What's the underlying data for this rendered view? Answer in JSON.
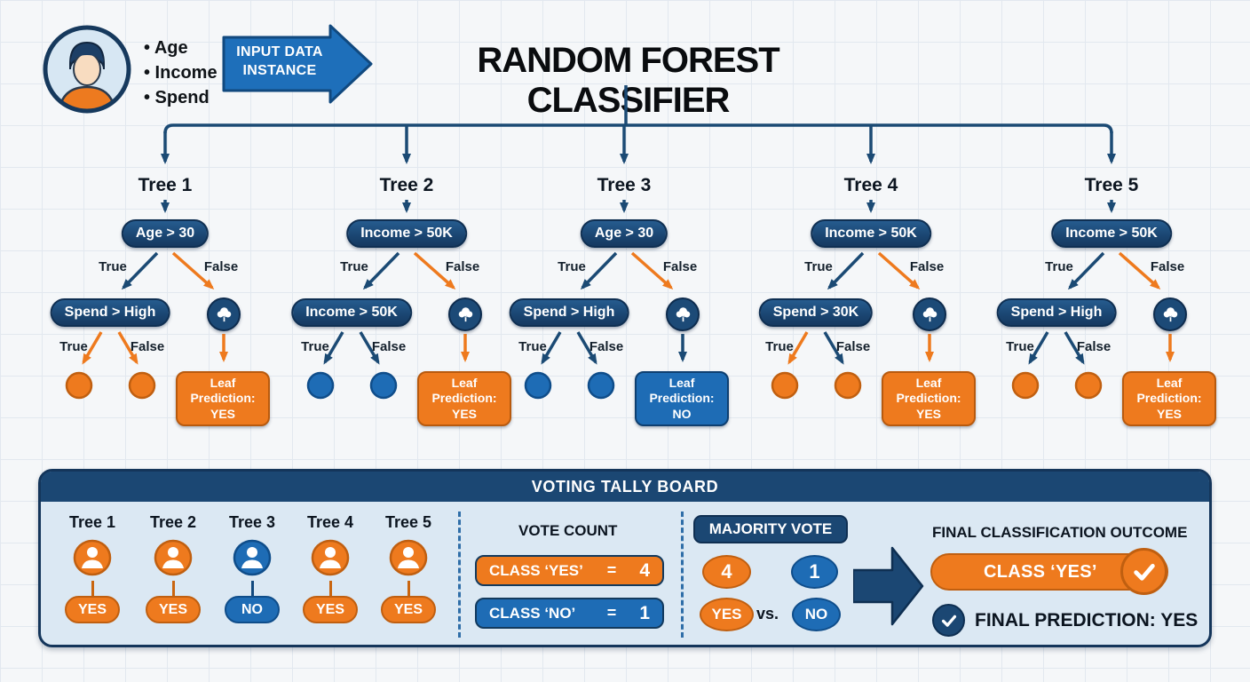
{
  "title": "RANDOM FOREST CLASSIFIER",
  "input": {
    "features": [
      "• Age",
      "• Income",
      "• Spend"
    ],
    "arrow_line1": "INPUT DATA",
    "arrow_line2": "INSTANCE"
  },
  "trees": [
    {
      "name": "Tree 1",
      "root": "Age > 30",
      "child": "Spend > High",
      "true_label": "True",
      "false_label": "False",
      "branches": {
        "root_true": "blue",
        "root_false": "orange",
        "child_true": "orange",
        "child_false": "orange",
        "leaf": "orange"
      },
      "dots": "orange",
      "leaf": {
        "tone": "orange",
        "line1": "Leaf",
        "line2": "Prediction:",
        "value": "YES"
      }
    },
    {
      "name": "Tree 2",
      "root": "Income > 50K",
      "child": "Income > 50K",
      "true_label": "True",
      "false_label": "False",
      "branches": {
        "root_true": "blue",
        "root_false": "orange",
        "child_true": "blue",
        "child_false": "blue",
        "leaf": "orange"
      },
      "dots": "blue",
      "leaf": {
        "tone": "orange",
        "line1": "Leaf",
        "line2": "Prediction:",
        "value": "YES"
      }
    },
    {
      "name": "Tree 3",
      "root": "Age > 30",
      "child": "Spend > High",
      "true_label": "True",
      "false_label": "False",
      "branches": {
        "root_true": "blue",
        "root_false": "orange",
        "child_true": "blue",
        "child_false": "blue",
        "leaf": "blue"
      },
      "dots": "blue",
      "leaf": {
        "tone": "blue",
        "line1": "Leaf",
        "line2": "Prediction:",
        "value": "NO"
      }
    },
    {
      "name": "Tree 4",
      "root": "Income > 50K",
      "child": "Spend > 30K",
      "true_label": "True",
      "false_label": "False",
      "branches": {
        "root_true": "blue",
        "root_false": "orange",
        "child_true": "orange",
        "child_false": "blue",
        "leaf": "orange"
      },
      "dots": "orange",
      "leaf": {
        "tone": "orange",
        "line1": "Leaf",
        "line2": "Prediction:",
        "value": "YES"
      }
    },
    {
      "name": "Tree 5",
      "root": "Income > 50K",
      "child": "Spend > High",
      "true_label": "True",
      "false_label": "False",
      "branches": {
        "root_true": "blue",
        "root_false": "orange",
        "child_true": "blue",
        "child_false": "blue",
        "leaf": "orange"
      },
      "dots": "orange",
      "leaf": {
        "tone": "orange",
        "line1": "Leaf",
        "line2": "Prediction:",
        "value": "YES"
      }
    }
  ],
  "tally": {
    "header": "VOTING TALLY BOARD",
    "votes": [
      {
        "tree": "Tree 1",
        "vote": "YES",
        "tone": "orange"
      },
      {
        "tree": "Tree 2",
        "vote": "YES",
        "tone": "orange"
      },
      {
        "tree": "Tree 3",
        "vote": "NO",
        "tone": "blue"
      },
      {
        "tree": "Tree 4",
        "vote": "YES",
        "tone": "orange"
      },
      {
        "tree": "Tree 5",
        "vote": "YES",
        "tone": "orange"
      }
    ],
    "vote_count": {
      "title": "VOTE COUNT",
      "rows": [
        {
          "label": "CLASS ‘YES’",
          "eq": "=",
          "value": "4",
          "tone": "orange"
        },
        {
          "label": "CLASS ‘NO’",
          "eq": "=",
          "value": "1",
          "tone": "blue"
        }
      ]
    },
    "majority": {
      "title": "MAJORITY VOTE",
      "yes_count": "4",
      "no_count": "1",
      "yes_label": "YES",
      "vs": "vs.",
      "no_label": "NO"
    },
    "final": {
      "title": "FINAL CLASSIFICATION OUTCOME",
      "class_label": "CLASS ‘YES’",
      "prediction": "FINAL PREDICTION: YES"
    }
  },
  "colors": {
    "navy": "#1b4773",
    "navy_dark": "#0f2f52",
    "branch_blue": "#1b4a74",
    "blue": "#1e6cb5",
    "blue_dark": "#0f4d8a",
    "orange": "#ee7a1e",
    "orange_dark": "#c05f10",
    "board_bg": "#dbe8f3",
    "paper": "#f5f7f9",
    "grid_line": "#e2e8ef",
    "text": "#111111"
  }
}
